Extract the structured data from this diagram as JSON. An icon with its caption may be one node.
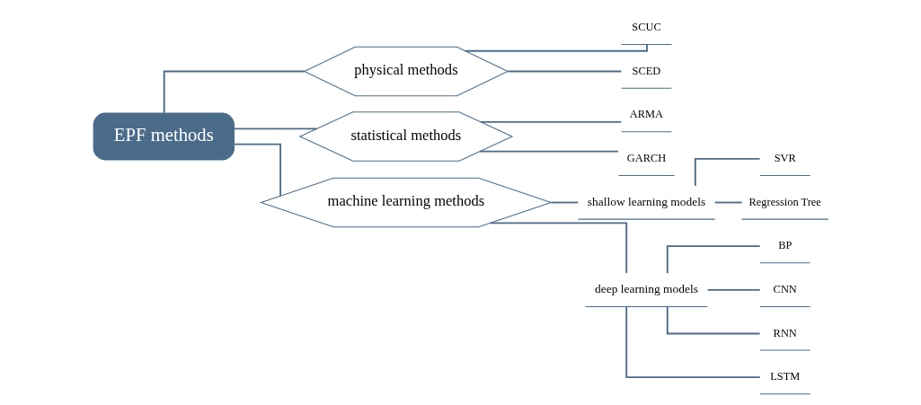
{
  "diagram": {
    "nodes": [
      {
        "text": [
          "EPF methods"
        ]
      },
      {
        "text": [
          "physical methods"
        ]
      },
      {
        "text": [
          "SCUC"
        ]
      },
      {
        "text": [
          "SCED"
        ]
      },
      {
        "text": [
          "statistical methods"
        ]
      },
      {
        "text": [
          "ARMA"
        ]
      },
      {
        "text": [
          "GARCH"
        ]
      },
      {
        "text": [
          "machine learning methods"
        ]
      },
      {
        "text": [
          "shallow learning models"
        ]
      },
      {
        "text": [
          "SVR"
        ]
      },
      {
        "text": [
          "Regression Tree"
        ]
      },
      {
        "text": [
          "deep learning models"
        ]
      },
      {
        "text": [
          "BP"
        ]
      },
      {
        "text": [
          "CNN"
        ]
      },
      {
        "text": [
          "RNN"
        ]
      },
      {
        "text": [
          "LSTM"
        ]
      }
    ],
    "edges": [
      {
        "from": 0,
        "to": 1,
        "arrow": "none"
      },
      {
        "from": 1,
        "to": 2,
        "arrow": "none"
      },
      {
        "from": 1,
        "to": 3,
        "arrow": "none"
      },
      {
        "from": 0,
        "to": 4,
        "arrow": "none"
      },
      {
        "from": 4,
        "to": 5,
        "arrow": "none"
      },
      {
        "from": 4,
        "to": 6,
        "arrow": "none"
      },
      {
        "from": 0,
        "to": 7,
        "arrow": "none"
      },
      {
        "from": 7,
        "to": 8,
        "arrow": "none"
      },
      {
        "from": 8,
        "to": 9,
        "arrow": "none"
      },
      {
        "from": 8,
        "to": 10,
        "arrow": "none"
      },
      {
        "from": 7,
        "to": 11,
        "arrow": "none"
      },
      {
        "from": 11,
        "to": 12,
        "arrow": "none"
      },
      {
        "from": 11,
        "to": 13,
        "arrow": "none"
      },
      {
        "from": 11,
        "to": 14,
        "arrow": "none"
      },
      {
        "from": 11,
        "to": 15,
        "arrow": "none"
      }
    ]
  }
}
